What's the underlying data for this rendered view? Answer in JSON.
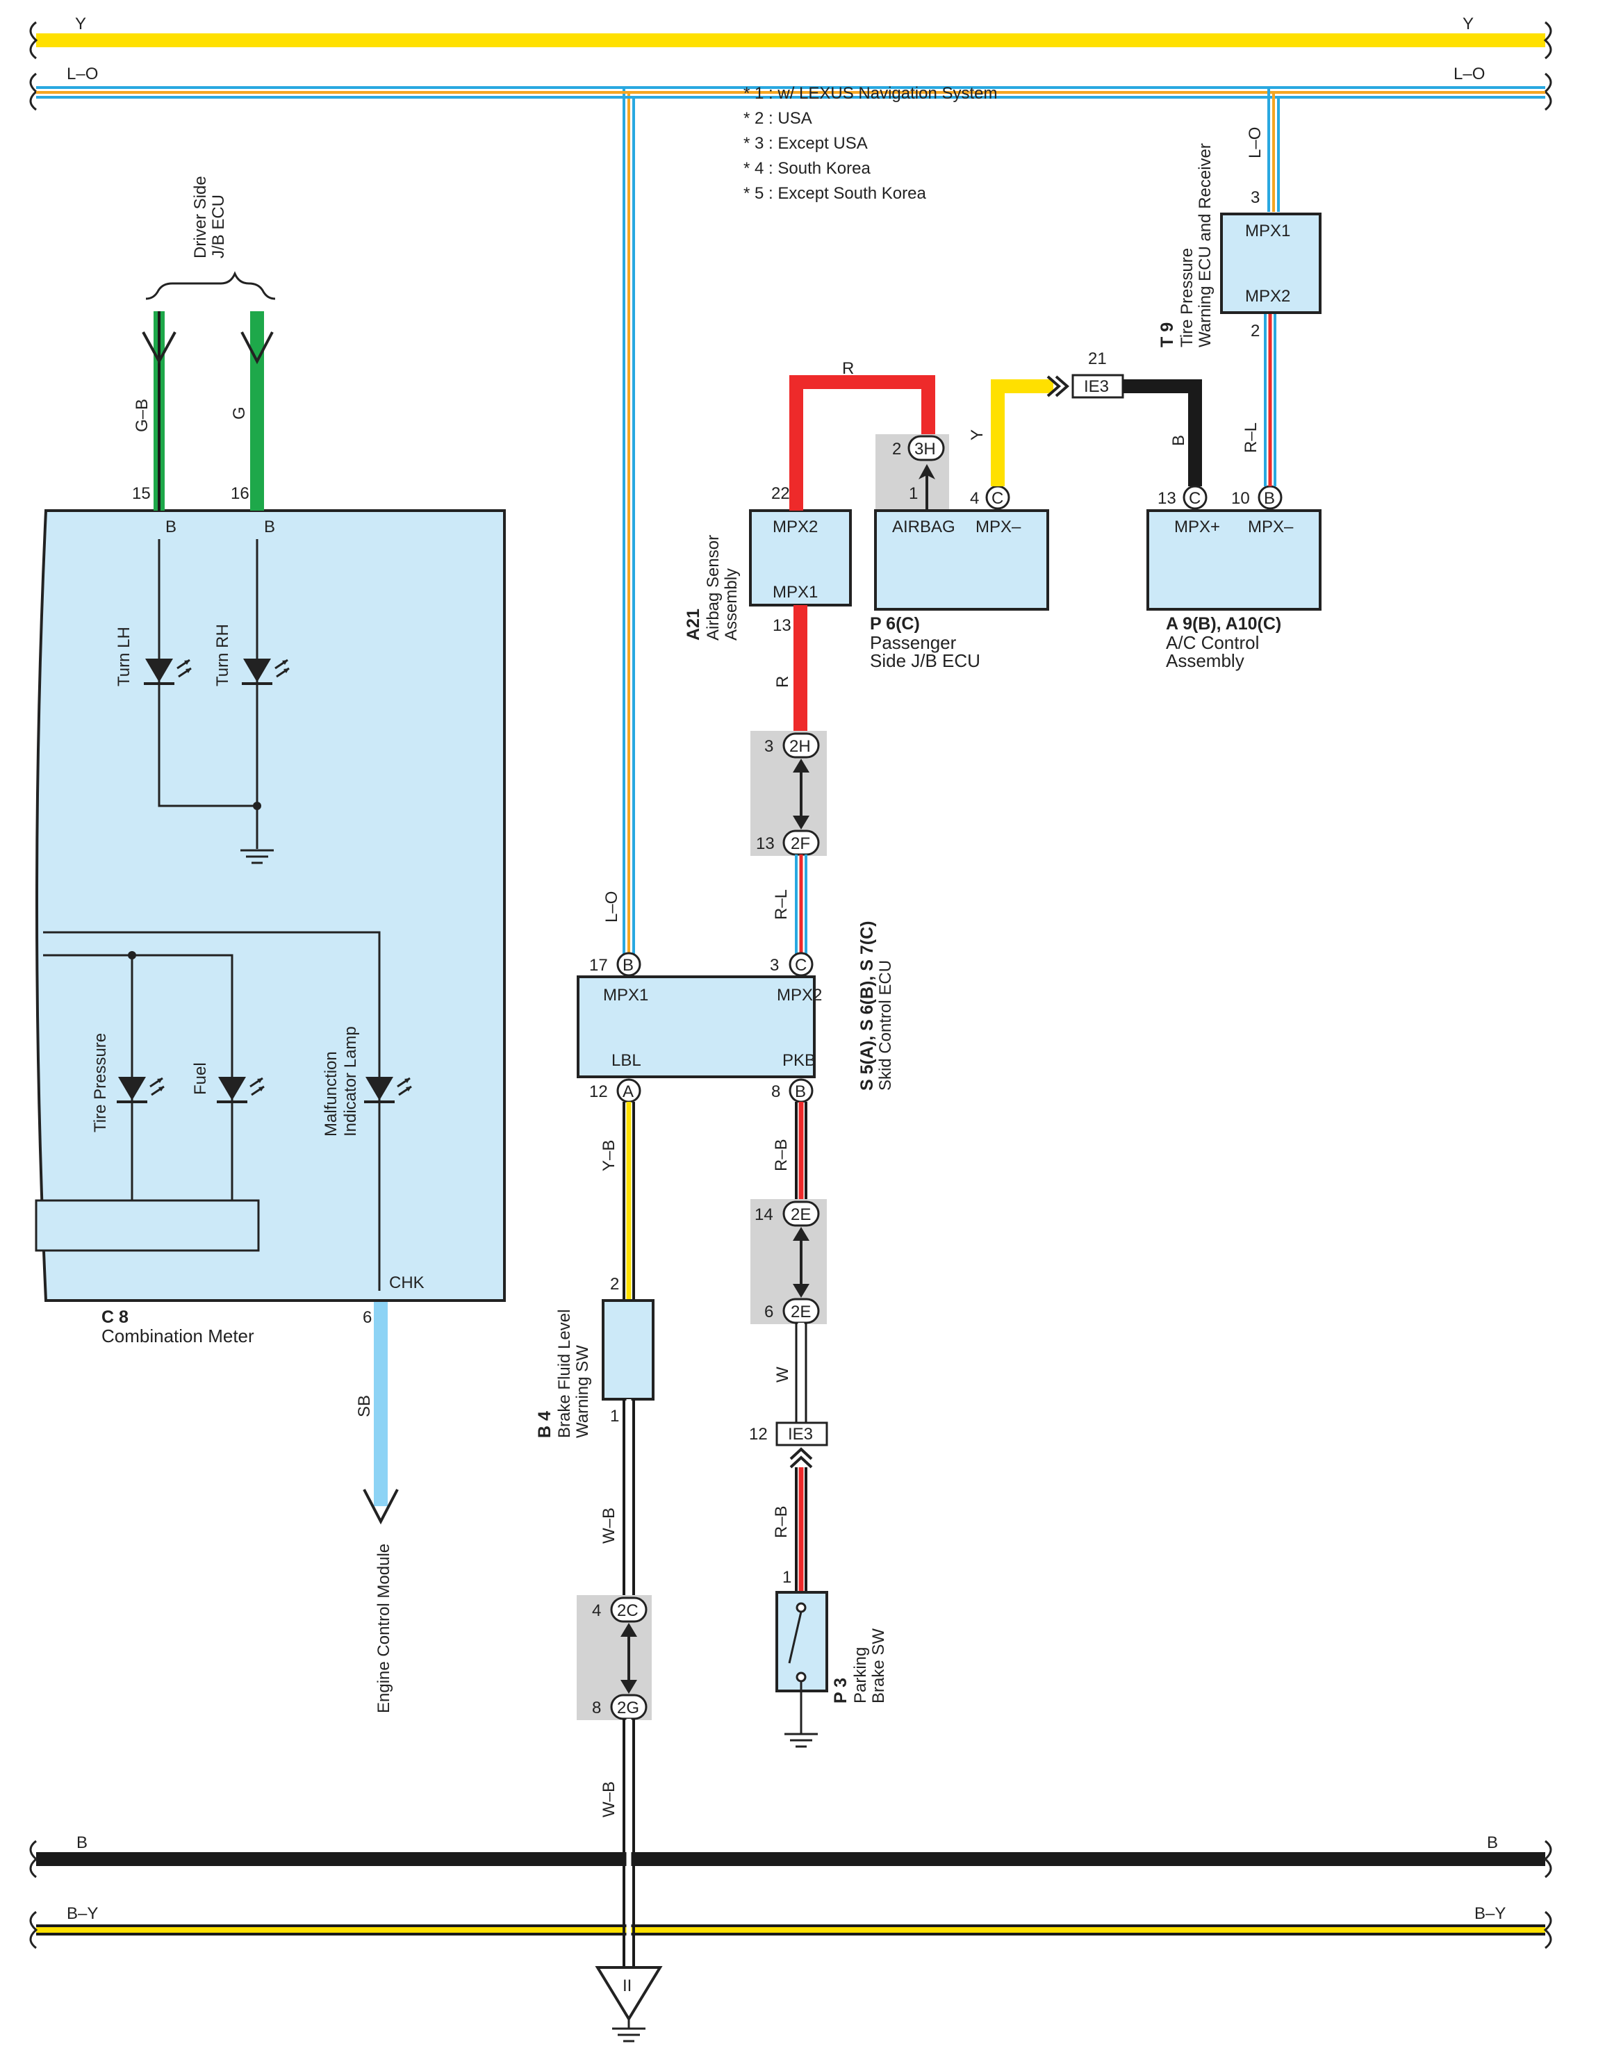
{
  "notes": [
    "* 1 : w/ LEXUS Navigation System",
    "* 2 : USA",
    "* 3 : Except USA",
    "* 4 : South Korea",
    "* 5 : Except South Korea"
  ],
  "buses": {
    "y": "Y",
    "lo": "L–O",
    "b": "B",
    "by": "B–Y"
  },
  "wires": {
    "gb": "G–B",
    "g": "G",
    "lo": "L–O",
    "r": "R",
    "y": "Y",
    "b": "B",
    "rl": "R–L",
    "yb": "Y–B",
    "rb": "R–B",
    "w": "W",
    "wb": "W–B",
    "sb": "SB"
  },
  "labels": {
    "driver_side_jb": [
      "Driver Side",
      "J/B ECU"
    ],
    "engine_control_module": "Engine Control Module"
  },
  "combination_meter": {
    "code": "C 8",
    "name": "Combination Meter",
    "pins": {
      "p15": "15",
      "p16": "16",
      "p6": "6"
    },
    "pin_letters": {
      "b1": "B",
      "b2": "B",
      "chk": "CHK"
    },
    "lamps": {
      "turn_lh": "Turn LH",
      "turn_rh": "Turn RH",
      "tire_pressure": "Tire Pressure",
      "fuel": "Fuel",
      "malfunction": [
        "Malfunction",
        "Indicator Lamp"
      ]
    }
  },
  "airbag": {
    "code": "A21",
    "name": [
      "Airbag Sensor",
      "Assembly"
    ],
    "mpx2": "MPX2",
    "mpx1": "MPX1",
    "pin_top": "22",
    "pin_bottom": "13"
  },
  "passenger_jb": {
    "code": "P 6(C)",
    "name": [
      "Passenger",
      "Side J/B ECU"
    ],
    "airbag": "AIRBAG",
    "mpx": "MPX–",
    "pin_2": "2",
    "pin_1": "1",
    "conn_3h": "3H",
    "pin_4": "4",
    "conn_c": "C"
  },
  "ac_control": {
    "code": "A 9(B), A10(C)",
    "name": [
      "A/C Control",
      "Assembly"
    ],
    "mpxp": "MPX+",
    "mpxm": "MPX–",
    "pin_13": "13",
    "pin_10": "10",
    "conn_c": "C",
    "conn_b": "B"
  },
  "tire_ecu": {
    "code": "T 9",
    "name": [
      "Tire Pressure",
      "Warning ECU and Receiver"
    ],
    "mpx1": "MPX1",
    "mpx2": "MPX2",
    "pin_3": "3",
    "pin_2": "2"
  },
  "ie3_top": {
    "label": "IE3",
    "pin": "21"
  },
  "skid_ecu": {
    "code": "S 5(A), S 6(B), S 7(C)",
    "name": "Skid Control ECU",
    "mpx1": "MPX1",
    "mpx2": "MPX2",
    "lbl": "LBL",
    "pkb": "PKB",
    "pin_17": "17",
    "conn_b1": "B",
    "pin_3": "3",
    "conn_c": "C",
    "pin_12": "12",
    "conn_a": "A",
    "pin_8": "8",
    "conn_b2": "B"
  },
  "connectors": {
    "c2h": {
      "pin": "3",
      "label": "2H"
    },
    "c2f": {
      "pin": "13",
      "label": "2F"
    },
    "c2e_top": {
      "pin": "14",
      "label": "2E"
    },
    "c2e_bot": {
      "pin": "6",
      "label": "2E"
    },
    "c2c": {
      "pin": "4",
      "label": "2C"
    },
    "c2g": {
      "pin": "8",
      "label": "2G"
    }
  },
  "brake_fluid": {
    "code": "B 4",
    "name": [
      "Brake Fluid Level",
      "Warning SW"
    ],
    "pin_2": "2",
    "pin_1": "1"
  },
  "ie3_bottom": {
    "label": "IE3",
    "pin": "12"
  },
  "parking_brake": {
    "code": "P 3",
    "name": [
      "Parking",
      "Brake SW"
    ],
    "pin_1": "1"
  },
  "ground_label": "II",
  "colors": {
    "yellow": "#ffe000",
    "blue": "#29a8e0",
    "orange": "#f5a623",
    "red": "#ee2a2a",
    "green": "#1ea84a",
    "black": "#1a1a1a",
    "skyblue": "#8dd3f5",
    "box": "#cce9f8"
  }
}
